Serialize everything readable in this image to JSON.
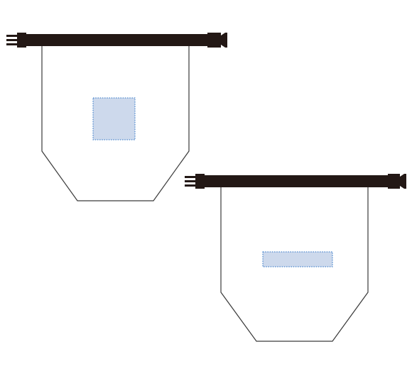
{
  "colors": {
    "background": "#ffffff",
    "bag_outline": "#3a3a3a",
    "strap": "#231815",
    "print_area_fill": "#cdd9ec",
    "print_area_border": "#2e74c6"
  },
  "bags": [
    {
      "label": "bag-square-print-area",
      "print_area_shape": "square"
    },
    {
      "label": "bag-wide-print-area",
      "print_area_shape": "horizontal-rectangle"
    }
  ]
}
